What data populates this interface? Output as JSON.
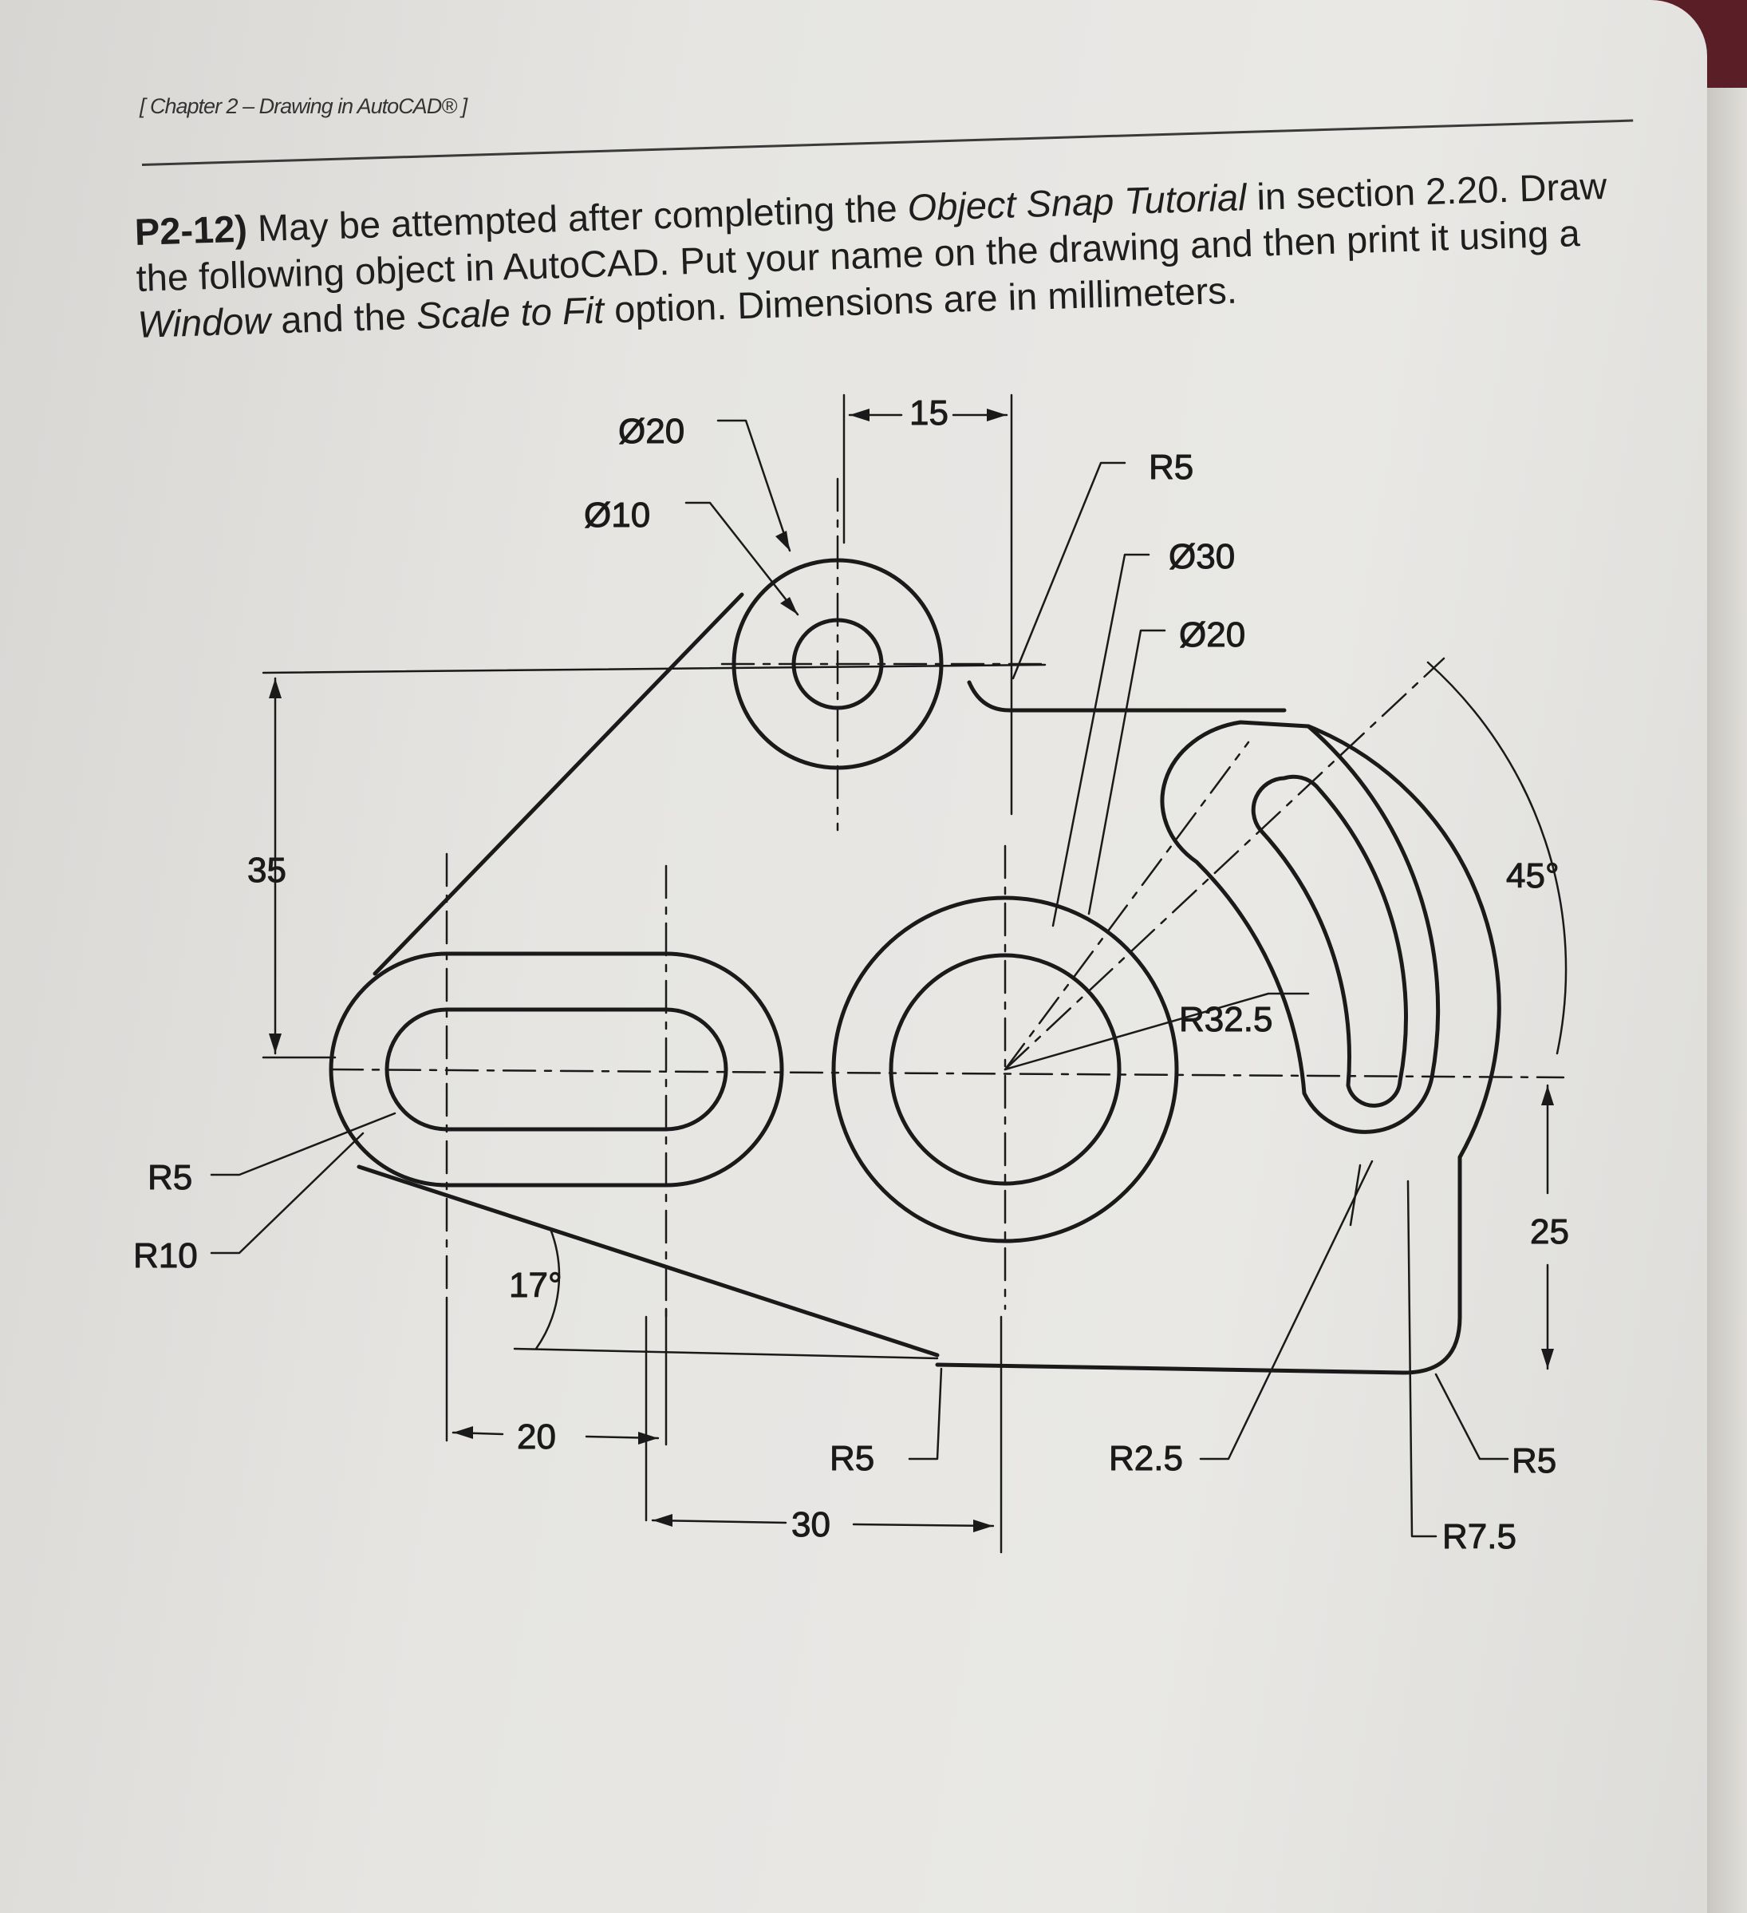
{
  "header": "[ Chapter 2 – Drawing in AutoCAD® ]",
  "problem": {
    "number": "P2-12)",
    "text_1": " May be attempted after completing the ",
    "em_1": "Object Snap Tutorial",
    "text_2": " in section 2.20. Draw the following object in AutoCAD. Put your name on the drawing and then print it using a ",
    "em_2": "Window",
    "text_3": " and the ",
    "em_3": "Scale to Fit",
    "text_4": " option. Dimensions are in millimeters."
  },
  "dimensions": {
    "dia20_top": "Ø20",
    "dia10_top": "Ø10",
    "d15": "15",
    "r5_top": "R5",
    "dia30": "Ø30",
    "dia20_right": "Ø20",
    "d35": "35",
    "r32_5": "R32.5",
    "a45": "45°",
    "r5_left": "R5",
    "r10": "R10",
    "a17": "17°",
    "d25": "25",
    "d20": "20",
    "r5_bottom": "R5",
    "r2_5": "R2.5",
    "r5_right": "R5",
    "d30": "30",
    "r7_5": "R7.5"
  },
  "colors": {
    "ink": "#1a1a1a",
    "paper": "#e6e5e2"
  }
}
